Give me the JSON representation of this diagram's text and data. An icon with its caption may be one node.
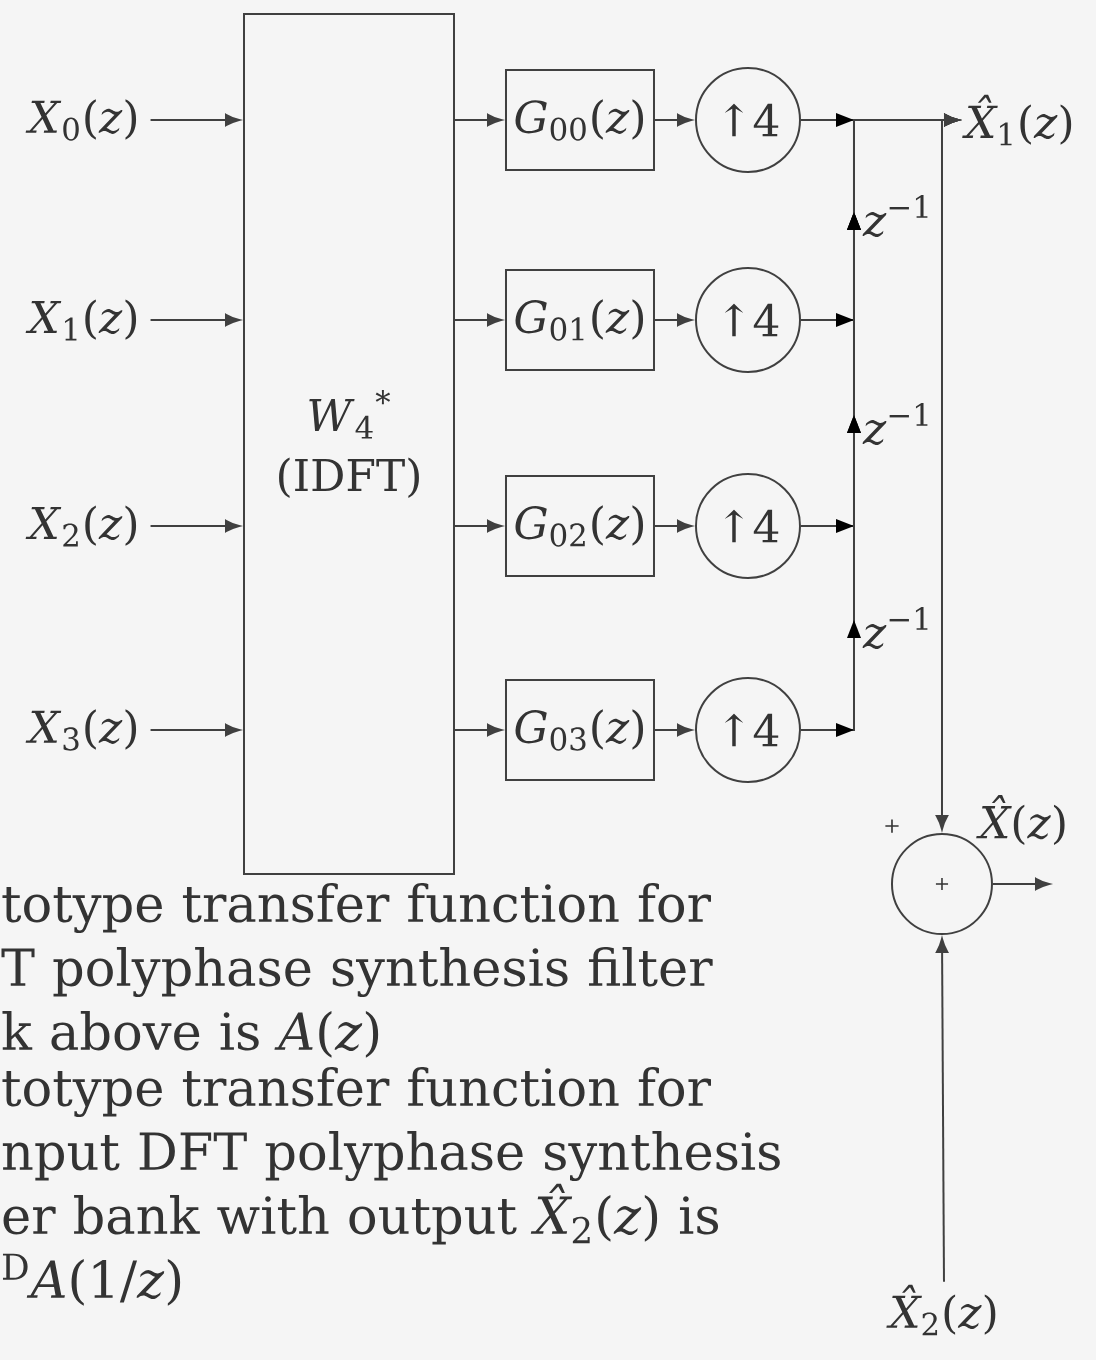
{
  "diagram": {
    "nodes": [
      {
        "text": [
          "*X*$_{0}$(*z*)"
        ]
      },
      {
        "text": [
          "*X*$_{1}$(*z*)"
        ]
      },
      {
        "text": [
          "*X*$_{2}$(*z*)"
        ]
      },
      {
        "text": [
          "*X*$_{3}$(*z*)"
        ]
      },
      {
        "text": [
          "*W*$_{4}$$^{*}$",
          "(IDFT)"
        ]
      },
      {
        "text": [
          "*G*$_{00}$(*z*)"
        ]
      },
      {
        "text": [
          "*G*$_{01}$(*z*)"
        ]
      },
      {
        "text": [
          "*G*$_{02}$(*z*)"
        ]
      },
      {
        "text": [
          "*G*$_{03}$(*z*)"
        ]
      },
      {
        "text": [
          "↑4"
        ]
      },
      {
        "text": [
          "↑4"
        ]
      },
      {
        "text": [
          "↑4"
        ]
      },
      {
        "text": [
          "↑4"
        ]
      },
      {
        "text": [
          "*X̂*$_{1}$(*z*)"
        ]
      },
      {
        "text": [
          "+"
        ]
      },
      {
        "text": [
          "*X̂*$_{2}$(*z*)"
        ]
      }
    ],
    "edges": [
      {
        "from": 0,
        "to": 4,
        "arrow": "to"
      },
      {
        "from": 1,
        "to": 4,
        "arrow": "to"
      },
      {
        "from": 2,
        "to": 4,
        "arrow": "to"
      },
      {
        "from": 3,
        "to": 4,
        "arrow": "to"
      },
      {
        "from": 4,
        "to": 5,
        "arrow": "to"
      },
      {
        "from": 4,
        "to": 6,
        "arrow": "to"
      },
      {
        "from": 4,
        "to": 7,
        "arrow": "to"
      },
      {
        "from": 4,
        "to": 8,
        "arrow": "to"
      },
      {
        "from": 5,
        "to": 9,
        "arrow": "to"
      },
      {
        "from": 6,
        "to": 10,
        "arrow": "to"
      },
      {
        "from": 7,
        "to": 11,
        "arrow": "to"
      },
      {
        "from": 8,
        "to": 12,
        "arrow": "to"
      },
      {
        "from": 9,
        "to": 13,
        "arrow": "to"
      },
      {
        "from": 10,
        "to": 13,
        "arrow": "to"
      },
      {
        "from": 11,
        "to": 13,
        "arrow": "to"
      },
      {
        "from": 12,
        "to": 13,
        "arrow": "to"
      },
      {
        "from": 13,
        "to": 14,
        "arrow": "to"
      },
      {
        "from": 15,
        "to": 14,
        "arrow": "to"
      },
      {
        "from": 14,
        "to": null,
        "arrow": "to"
      }
    ],
    "labels": [
      "*z*$^{−1}$",
      "*z*$^{−1}$",
      "*z*$^{−1}$",
      "+",
      "*X̂*(*z*)",
      "totype transfer function for T polyphase synthesis filter k above is *A*(*z*)",
      "totype transfer function for nput DFT polyphase synthesis er bank with output *X̂*$_{2}$(*z*) is $^{D}$*A*(1/*z*)"
    ]
  }
}
